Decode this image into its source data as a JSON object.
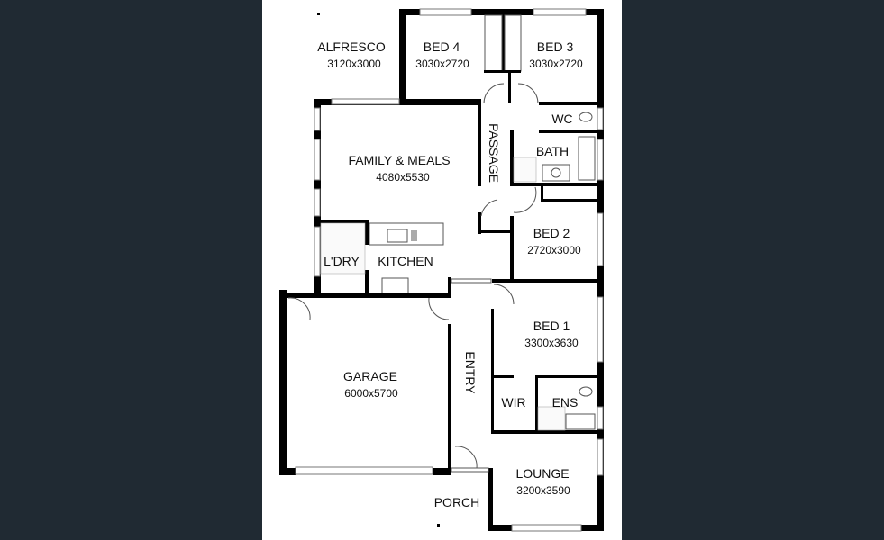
{
  "rooms": {
    "alfresco": {
      "name": "ALFRESCO",
      "size": "3120x3000"
    },
    "bed4": {
      "name": "BED 4",
      "size": "3030x2720"
    },
    "bed3": {
      "name": "BED 3",
      "size": "3030x2720"
    },
    "wc": {
      "name": "WC"
    },
    "bath": {
      "name": "BATH"
    },
    "passage": {
      "name": "PASSAGE"
    },
    "family": {
      "name": "FAMILY & MEALS",
      "size": "4080x5530"
    },
    "bed2": {
      "name": "BED 2",
      "size": "2720x3000"
    },
    "laundry": {
      "name": "L'DRY"
    },
    "kitchen": {
      "name": "KITCHEN"
    },
    "bed1": {
      "name": "BED 1",
      "size": "3300x3630"
    },
    "entry": {
      "name": "ENTRY"
    },
    "garage": {
      "name": "GARAGE",
      "size": "6000x5700"
    },
    "wir": {
      "name": "WIR"
    },
    "ens": {
      "name": "ENS"
    },
    "lounge": {
      "name": "LOUNGE",
      "size": "3200x3590"
    },
    "porch": {
      "name": "PORCH"
    }
  },
  "colors": {
    "background": "#202a33",
    "paper": "#ffffff",
    "wall": "#000000"
  }
}
